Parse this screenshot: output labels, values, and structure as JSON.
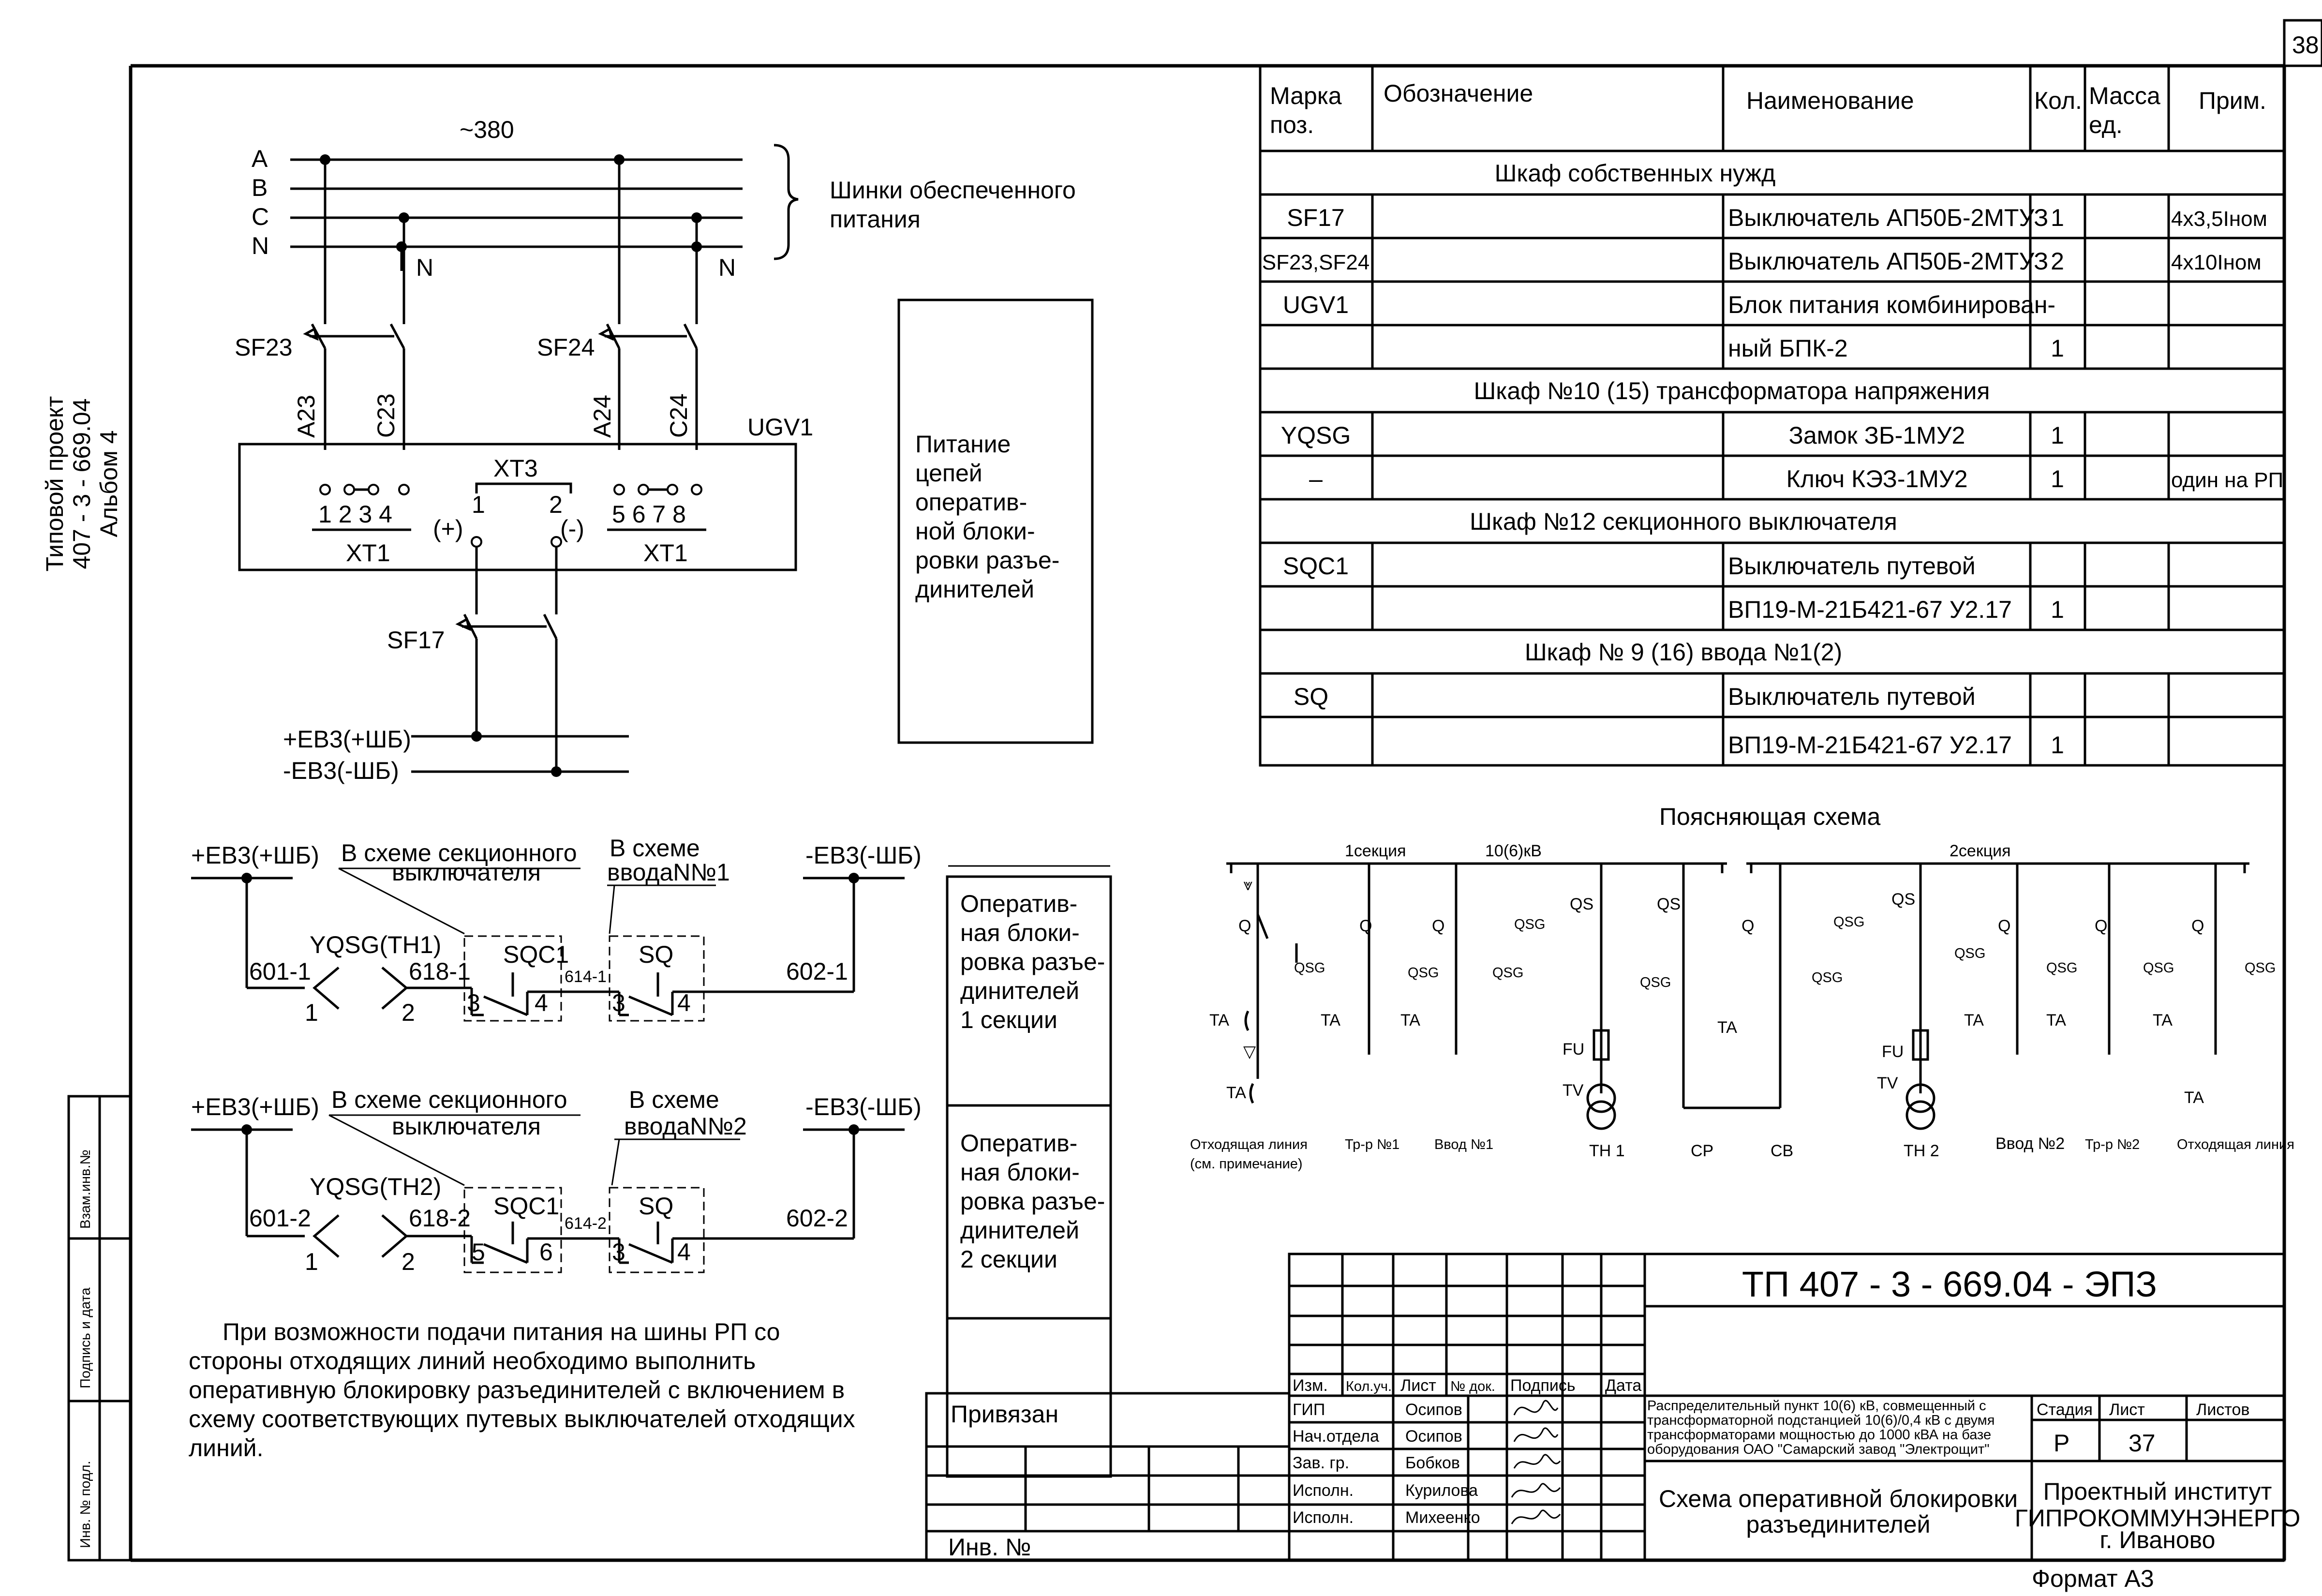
{
  "page_number": "38",
  "side_stamp": {
    "line1": "Типовой проект",
    "line2": "407 - 3 - 669.04",
    "line3": "Альбом 4"
  },
  "left_stamp": {
    "vzam": "Взам.инв.№",
    "podpis": "Подпись и дата",
    "inv": "Инв. № подл."
  },
  "power_scheme": {
    "voltage": "~380",
    "phases": [
      "A",
      "B",
      "C",
      "N"
    ],
    "n_label": "N",
    "bus_note_line1": "Шинки обеспеченного",
    "bus_note_line2": "питания",
    "breakers": [
      "SF23",
      "SF24",
      "SF17"
    ],
    "wire_labels": [
      "A23",
      "C23",
      "A24",
      "C24"
    ],
    "block_name": "UGV1",
    "terminal_xt1": "XT1",
    "terminal_xt3": "XT3",
    "xt1_left_numbers": "1 2 3 4",
    "xt1_right_numbers": "5 6 7 8",
    "xt3_1": "1",
    "xt3_2": "2",
    "plus_sign": "(+)",
    "minus_sign": "(-)",
    "out_plus": "+EB3(+ШБ)",
    "out_minus": "-EB3(-ШБ)"
  },
  "power_note": [
    "Питание",
    "цепей",
    "оператив-",
    "ной блоки-",
    "ровки разъе-",
    "динителей"
  ],
  "spec_table": {
    "headers": {
      "mark": [
        "Марка",
        "поз."
      ],
      "designation": "Обозначение",
      "name": "Наименование",
      "qty": "Кол.",
      "mass": [
        "Масса",
        "ед."
      ],
      "note": "Прим."
    },
    "sections": [
      {
        "title": "Шкаф собственных нужд"
      },
      {
        "title": "Шкаф  №10 (15) трансформатора напряжения"
      },
      {
        "title": "Шкаф №12 секционного выключателя"
      },
      {
        "title": "Шкаф № 9 (16) ввода №1(2)"
      }
    ],
    "rows": [
      {
        "mark": "SF17",
        "name": "Выключатель АП50Б-2МТУЗ",
        "qty": "1",
        "note": "4х3,5Iном"
      },
      {
        "mark": "SF23,SF24",
        "name": "Выключатель АП50Б-2МТУЗ",
        "qty": "2",
        "note": "4х10Iном"
      },
      {
        "mark": "UGV1",
        "name": "Блок питания комбинирован-",
        "qty": "",
        "note": ""
      },
      {
        "mark": "",
        "name": "ный БПК-2",
        "qty": "1",
        "note": ""
      },
      {
        "mark": "YQSG",
        "name": "Замок ЗБ-1МУ2",
        "qty": "1",
        "note": ""
      },
      {
        "mark": "–",
        "name": "Ключ КЭЗ-1МУ2",
        "qty": "1",
        "note": "один на РП"
      },
      {
        "mark": "SQC1",
        "name": "Выключатель путевой",
        "qty": "",
        "note": ""
      },
      {
        "mark": "",
        "name": "ВП19-М-21Б421-67 У2.17",
        "qty": "1",
        "note": ""
      },
      {
        "mark": "SQ",
        "name": "Выключатель путевой",
        "qty": "",
        "note": ""
      },
      {
        "mark": "",
        "name": "ВП19-М-21Б421-67 У2.17",
        "qty": "1",
        "note": ""
      }
    ]
  },
  "interlock": {
    "plus": "+EB3(+ШБ)",
    "minus": "-EB3(-ШБ)",
    "sec_note_1": "В схеме секционного",
    "sec_note_2": "выключателя",
    "ins_note_1": "В схеме",
    "ins_note_2_1": "вводаN№1",
    "ins_note_2_2": "вводаN№2",
    "lock_1": "YQSG(TH1)",
    "lock_2": "YQSG(TH2)",
    "w601_1": "601-1",
    "w601_2": "601-2",
    "w618_1": "618-1",
    "w618_2": "618-2",
    "w614_1": "614-1",
    "w614_2": "614-2",
    "w602_1": "602-1",
    "w602_2": "602-2",
    "sqc1": "SQC1",
    "sq": "SQ",
    "n1": "1",
    "n2": "2",
    "c3": "3",
    "c4": "4",
    "c5": "5",
    "c6": "6",
    "note1": [
      "Оператив-",
      "ная блоки-",
      "ровка разъе-",
      "динителей",
      "1 секции"
    ],
    "note2": [
      "Оператив-",
      "ная блоки-",
      "ровка разъе-",
      "динителей",
      "2 секции"
    ]
  },
  "note_text": [
    "При возможности подачи питания на шины РП со",
    "стороны отходящих линий необходимо выполнить",
    "оперативную блокировку разъединителей с включением в",
    "схему соответствующих путевых выключателей отходящих",
    "линий."
  ],
  "explain": {
    "title": "Поясняющая схема",
    "sec1": "1секция",
    "voltage": "10(6)кВ",
    "sec2": "2секция",
    "q": "Q",
    "qsg": "QSG",
    "qs": "QS",
    "ta": "TA",
    "fu": "FU",
    "tv": "TV",
    "cells": [
      "Отходящая линия",
      "Тр-р №1",
      "Ввод №1",
      "ТН 1",
      "СР",
      "СВ",
      "ТН 2",
      "Ввод №2",
      "Тр-р №2",
      "Отходящая линия"
    ],
    "cell_note": "(см. примечание)"
  },
  "title_block": {
    "code": "ТП  407 - 3 - 669.04 - ЭПЗ",
    "privyazan": "Привязан",
    "inv": "Инв. №",
    "col_izm": "Изм.",
    "col_koluch": "Кол.уч.",
    "col_list": "Лист",
    "col_ndok": "№ док.",
    "col_podpis": "Подпись",
    "col_data": "Дата",
    "roles": [
      "ГИП",
      "Нач.отдела",
      "Зав. гр.",
      "Исполн.",
      "Исполн."
    ],
    "names": [
      "Осипов",
      "Осипов",
      "Бобков",
      "Курилова",
      "Михеенко"
    ],
    "project_desc": [
      "Распределительный пункт 10(6) кВ, совмещенный с",
      "трансформаторной подстанцией 10(6)/0,4 кВ с двумя",
      "трансформаторами мощностью до 1000 кВА на базе",
      "оборудования ОАО \"Самарский завод \"Электрощит\""
    ],
    "stage_h": "Стадия",
    "list_h": "Лист",
    "listov_h": "Листов",
    "stage": "Р",
    "sheet": "37",
    "drawing_title": [
      "Схема оперативной блокировки",
      "разъединителей"
    ],
    "org": [
      "Проектный институт",
      "ГИПРОКОММУНЭНЕРГО",
      "г. Иваново"
    ],
    "format": "Формат А3"
  }
}
